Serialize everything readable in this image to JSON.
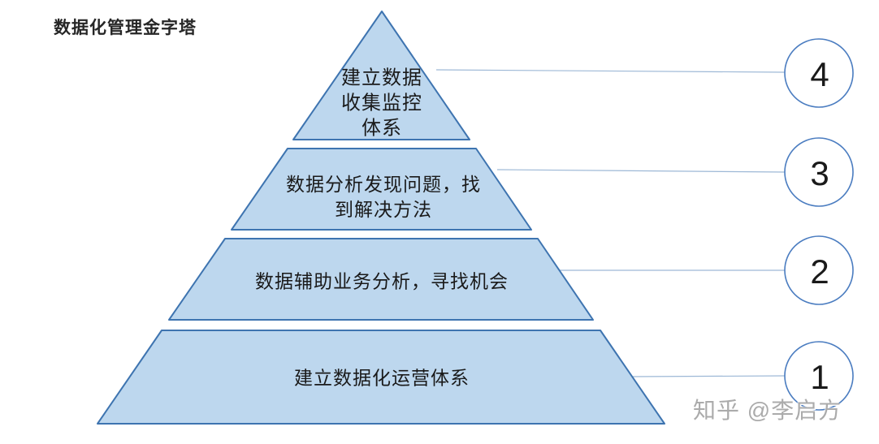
{
  "title": "数据化管理金字塔",
  "watermark": "知乎 @李启方",
  "colors": {
    "pyramid_fill": "#bdd7ee",
    "pyramid_border": "#3e74b0",
    "connector_line": "#9db8d6",
    "circle_fill": "#ffffff",
    "circle_border": "#4a7cc0",
    "text": "#1a1a1a",
    "title_text": "#262626",
    "watermark_text": "#ababab"
  },
  "pyramid": {
    "levels": [
      {
        "number": "4",
        "text": "建立数据\n收集监控\n体系"
      },
      {
        "number": "3",
        "text": "数据分析发现问题，找\n到解决方法"
      },
      {
        "number": "2",
        "text": "数据辅助业务分析，寻找机会"
      },
      {
        "number": "1",
        "text": "建立数据化运营体系"
      }
    ]
  }
}
